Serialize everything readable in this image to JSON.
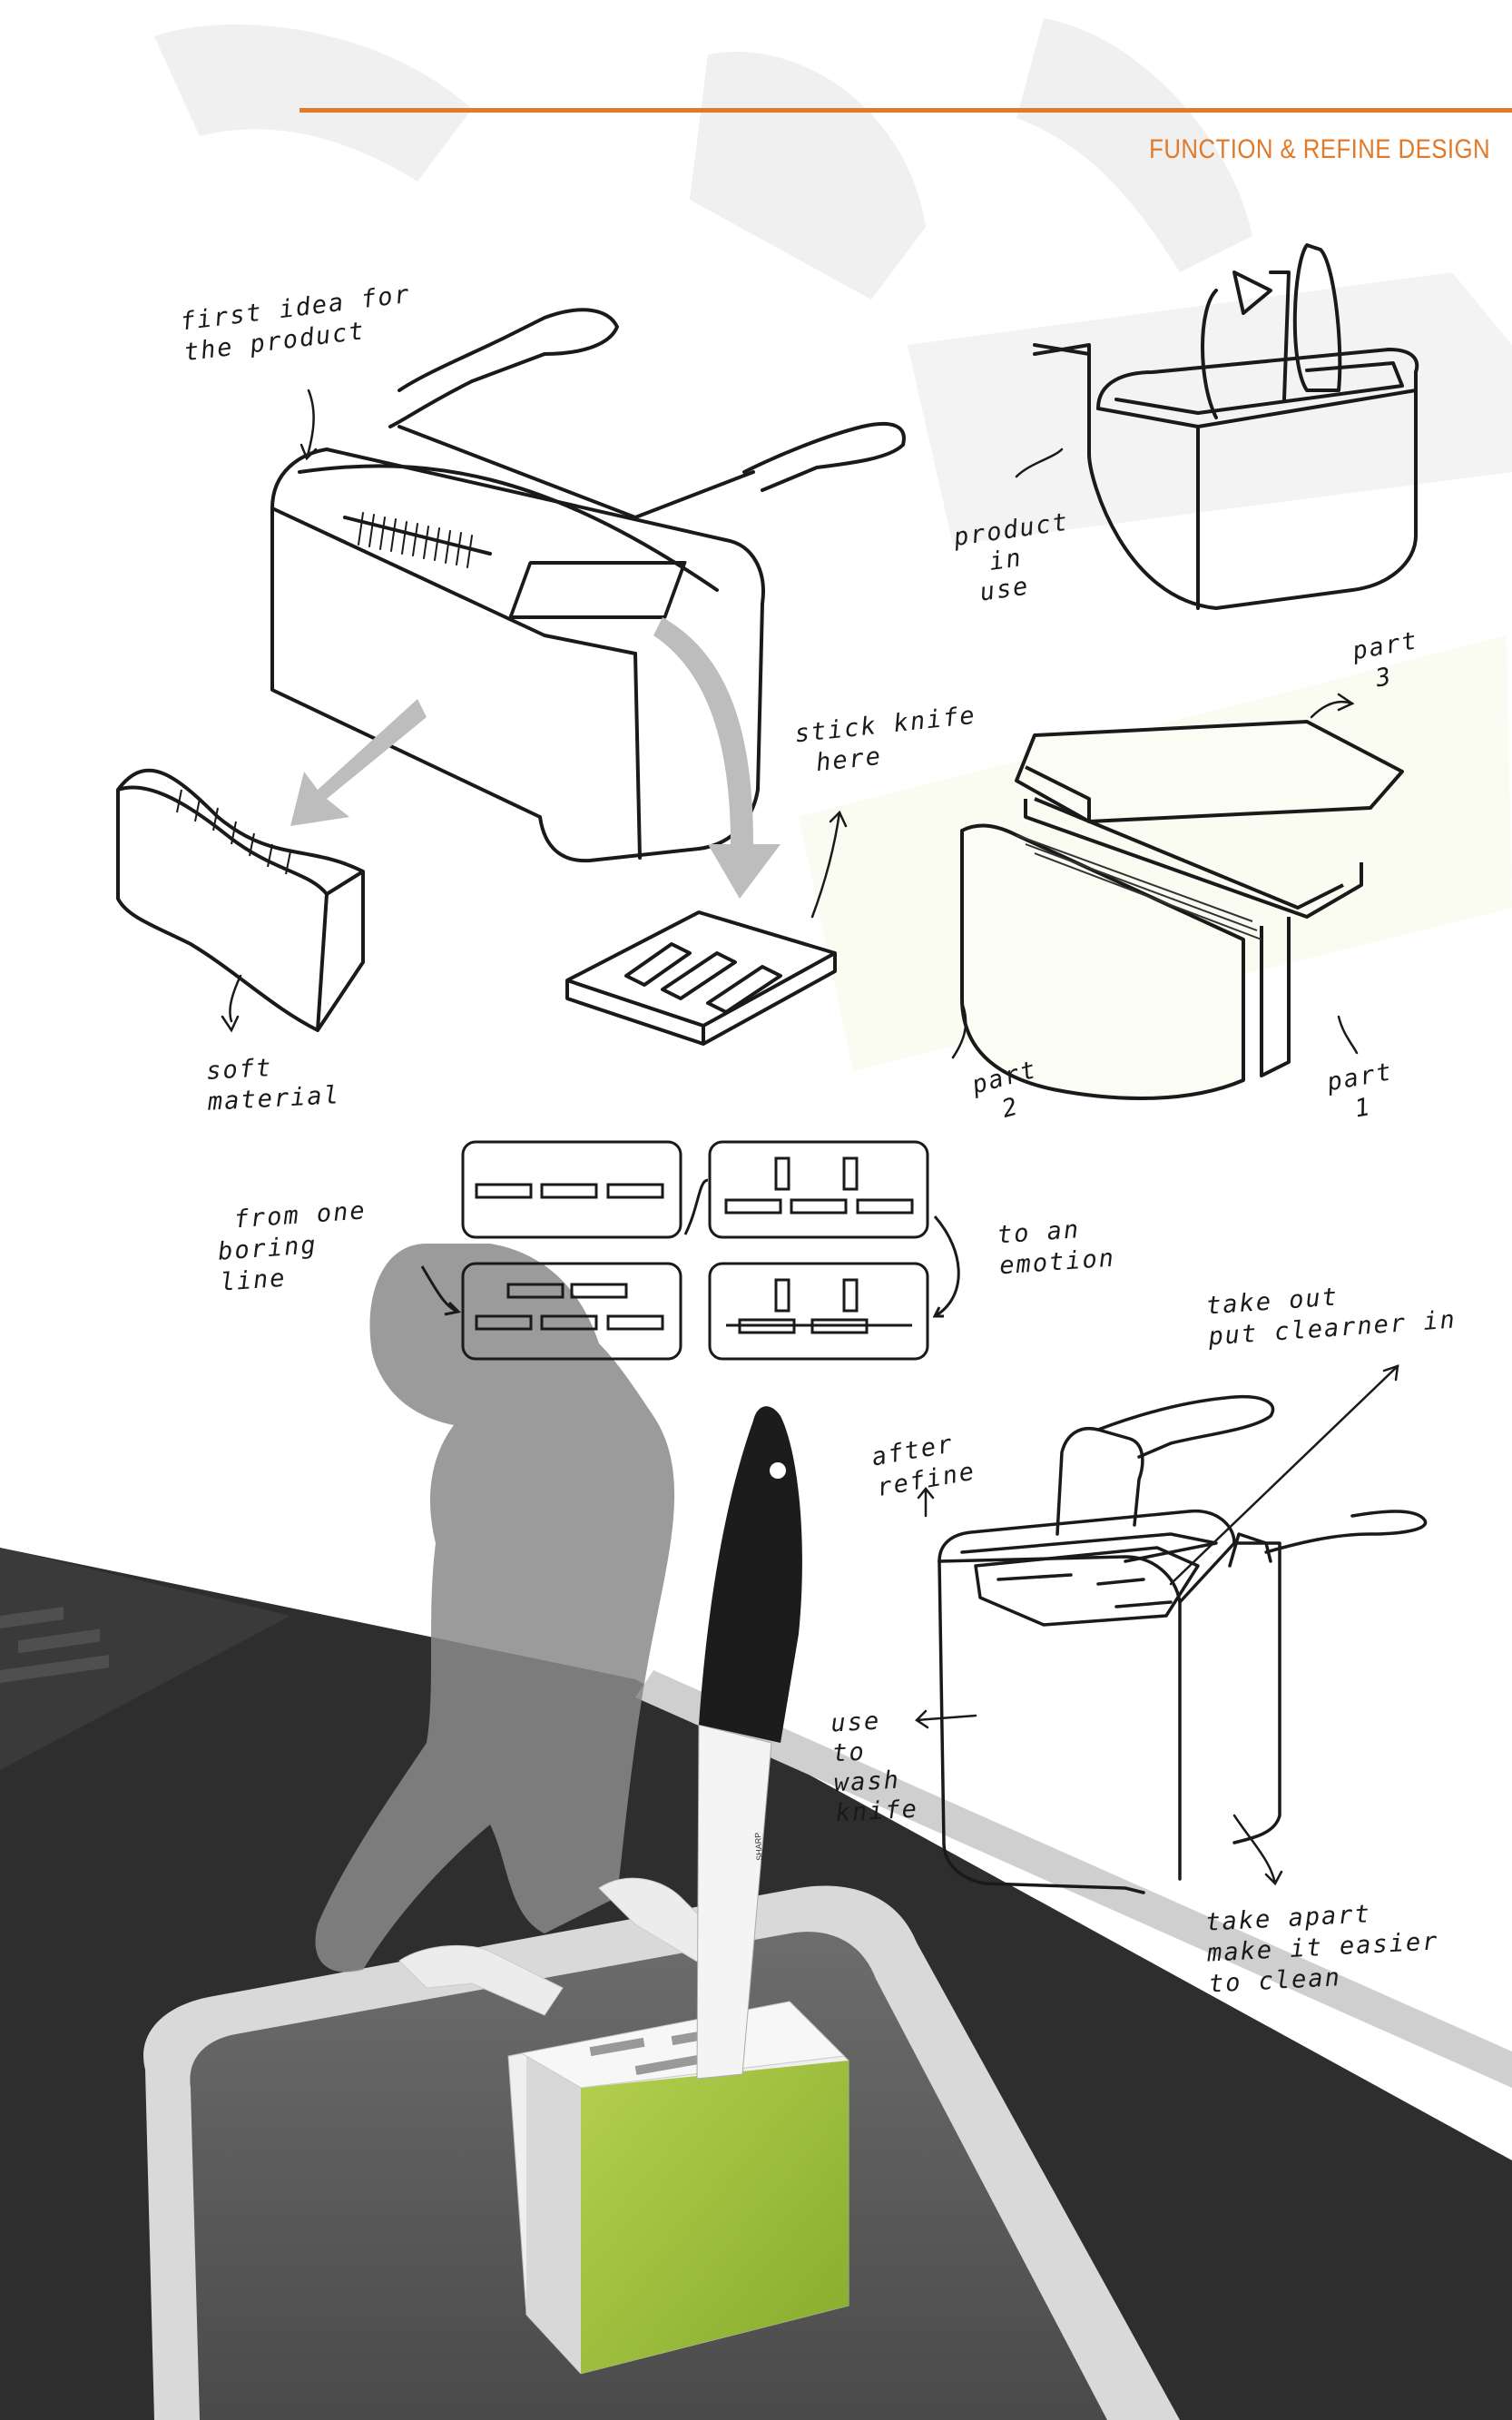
{
  "header": {
    "title": "FUNCTION & REFINE DESIGN",
    "accent_color": "#e07a2a"
  },
  "sketch_notes": {
    "first_idea": [
      "first idea for",
      "the product"
    ],
    "product_in_use": [
      "product",
      "in",
      "use"
    ],
    "part_3": [
      "part",
      "3"
    ],
    "stick_knife": [
      "stick knife",
      "here"
    ],
    "soft_material": [
      "soft",
      "material"
    ],
    "part_2": [
      "part",
      "2"
    ],
    "part_1": [
      "part",
      "1"
    ],
    "from_one": [
      "from one",
      "boring",
      "line"
    ],
    "to_an": [
      "to an",
      "emotion"
    ],
    "take_out": [
      "take out",
      "put clearner in"
    ],
    "after_refine": [
      "after",
      "refine"
    ],
    "use_to_wash": [
      "use",
      "to",
      "wash",
      "knife"
    ],
    "take_apart": [
      "take apart",
      "make it easier",
      "to clean"
    ]
  },
  "render": {
    "product_color": "#9bbf3c",
    "knife_brand_text": "SHARP"
  }
}
